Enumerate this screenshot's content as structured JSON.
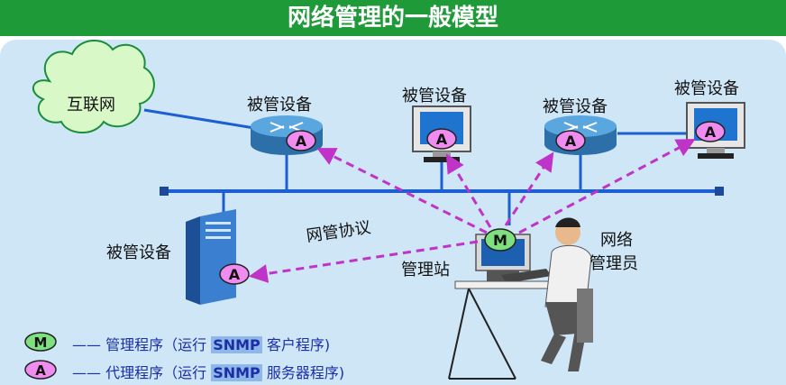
{
  "title": "网络管理的一般模型",
  "labels": {
    "internet": "互联网",
    "managed_device_router_left": "被管设备",
    "managed_device_monitor_mid": "被管设备",
    "managed_device_router_right": "被管设备",
    "managed_device_monitor_right": "被管设备",
    "managed_device_server": "被管设备",
    "protocol": "网管协议",
    "station": "管理站",
    "admin_line1": "网络",
    "admin_line2": "管理员",
    "manager_badge": "M",
    "agent_badge": "A"
  },
  "legend": {
    "manager": {
      "badge": "M",
      "prefix": "—— 管理程序（运行",
      "snmp": "SNMP",
      "suffix": "客户程序)"
    },
    "agent": {
      "badge": "A",
      "prefix": "—— 代理程序（运行",
      "snmp": "SNMP",
      "suffix": "服务器程序)"
    }
  },
  "colors": {
    "title_bar": "#1f9a39",
    "panel": "#cfe6f6",
    "network_line": "#1b5fd0",
    "dashed_arrow": "#c033c8",
    "manager_badge": "#7fe07f",
    "agent_badge": "#f08cf0"
  }
}
